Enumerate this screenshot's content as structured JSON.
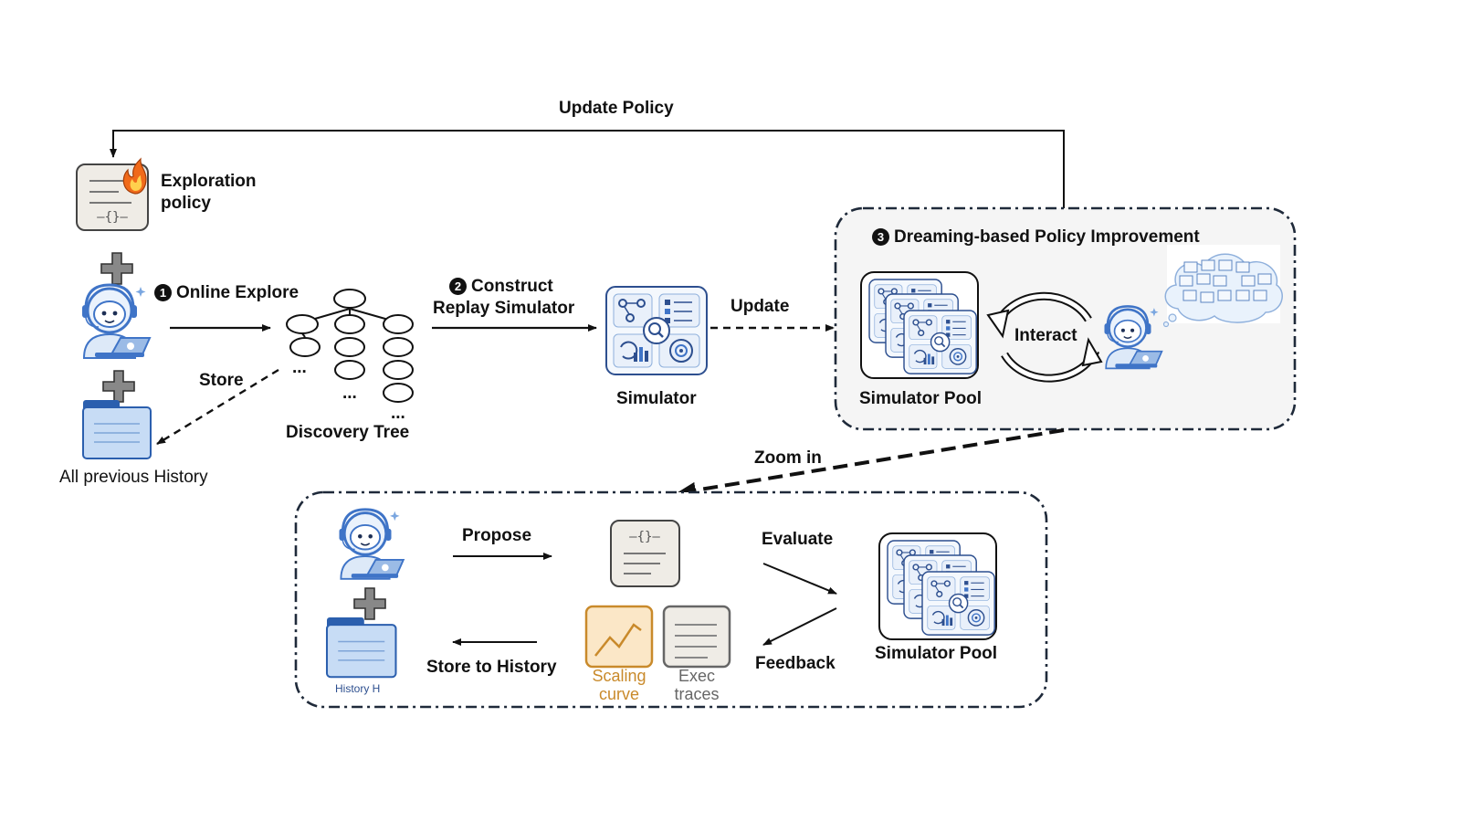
{
  "top": {
    "update_policy": "Update Policy",
    "exploration_policy": [
      "Exploration",
      "policy"
    ]
  },
  "steps": {
    "online_explore": {
      "number": "1",
      "label": "Online Explore"
    },
    "construct": {
      "number": "2",
      "label_lines": [
        "Construct",
        "Replay Simulator"
      ]
    },
    "dreaming": {
      "number": "3",
      "label": "Dreaming-based Policy Improvement"
    }
  },
  "labels": {
    "store": "Store",
    "discovery_tree": "Discovery Tree",
    "all_previous_history": "All previous History",
    "simulator": "Simulator",
    "update": "Update",
    "simulator_pool": "Simulator Pool",
    "interact": "Interact",
    "zoom_in": "Zoom in",
    "ellipsis": "..."
  },
  "zoom": {
    "propose": "Propose",
    "store_to_history": "Store to History",
    "evaluate": "Evaluate",
    "feedback": "Feedback",
    "history_h": "History H",
    "scaling_curve": [
      "Scaling",
      "curve"
    ],
    "exec_traces": [
      "Exec",
      "traces"
    ],
    "simulator_pool": "Simulator Pool"
  },
  "colors": {
    "robot_blue": "#3f74c7",
    "folder_blue": "#c7dcf5",
    "folder_tab": "#2b5fae",
    "scaling_orange": "#c98a2b",
    "scaling_fill": "#fbe7c7",
    "doc_fill": "#efece6",
    "flame": "#f06a1a"
  },
  "icons": [
    "policy-doc-icon",
    "flame-icon",
    "plus-icon",
    "robot-agent-icon",
    "folder-icon",
    "simulator-icon",
    "cycle-arrows-icon",
    "thought-cloud-icon"
  ]
}
